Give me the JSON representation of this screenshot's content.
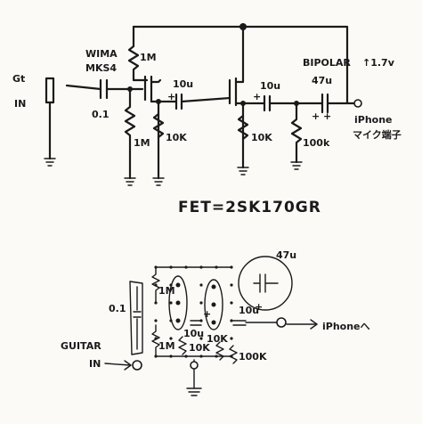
{
  "schematic": {
    "input": {
      "name": "Gt",
      "label": "IN"
    },
    "coupling_cap": {
      "maker": "WIMA",
      "model": "MKS4",
      "value": "0.1"
    },
    "r_drain1": "1M",
    "r_gate1": "1M",
    "r_source1": "10K",
    "cap_10u_a": "10u",
    "r_source2": "10K",
    "cap_10u_b": "10u",
    "r_100k": "100k",
    "bipolar_cap": {
      "type": "BIPOLAR",
      "value": "47u"
    },
    "out_level": "↑1.7v",
    "output": {
      "label": "iPhone",
      "sub": "マイク端子"
    },
    "fet": "FET=2SK170GR"
  },
  "layout_sketch": {
    "cap_47u": "47u",
    "cap_01": "0.1",
    "r_1m_top": "1M",
    "r_1m_bottom": "1M",
    "cap_10u_a": "10u",
    "cap_10u_b": "10u",
    "r_10k_a": "10K",
    "r_10k_b": "10K",
    "r_100k": "100K",
    "guitar": "GUITAR",
    "guitar_in": "IN",
    "iphone": "iPhoneへ"
  }
}
